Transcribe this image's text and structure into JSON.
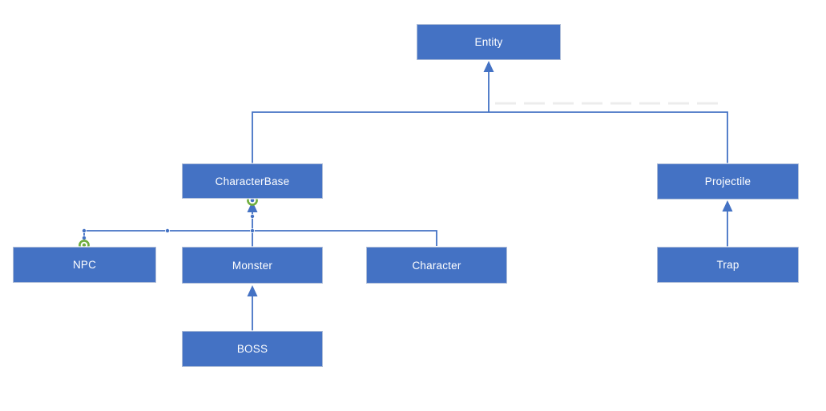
{
  "diagram": {
    "type": "class-inheritance-flowchart",
    "nodes": [
      {
        "id": "entity",
        "label": "Entity"
      },
      {
        "id": "characterbase",
        "label": "CharacterBase"
      },
      {
        "id": "projectile",
        "label": "Projectile"
      },
      {
        "id": "npc",
        "label": "NPC"
      },
      {
        "id": "monster",
        "label": "Monster"
      },
      {
        "id": "character",
        "label": "Character"
      },
      {
        "id": "boss",
        "label": "BOSS"
      },
      {
        "id": "trap",
        "label": "Trap"
      }
    ],
    "edges": [
      {
        "from": "CharacterBase",
        "to": "Entity",
        "style": "arrow-up"
      },
      {
        "from": "Projectile",
        "to": "Entity",
        "style": "arrow-up"
      },
      {
        "from": "NPC",
        "to": "CharacterBase",
        "style": "arrow-up",
        "selected": true
      },
      {
        "from": "Monster",
        "to": "CharacterBase",
        "style": "arrow-up"
      },
      {
        "from": "Character",
        "to": "CharacterBase",
        "style": "arrow-up"
      },
      {
        "from": "BOSS",
        "to": "Monster",
        "style": "arrow-up"
      },
      {
        "from": "Trap",
        "to": "Projectile",
        "style": "arrow-up"
      }
    ],
    "colors": {
      "canvas_bg": "#ffffff",
      "node_fill": "#4472c4",
      "node_border": "#aebdd8",
      "node_text": "#ffffff",
      "connector": "#4472c4",
      "selection_endpoint_ring": "#6fae3d",
      "selection_handle": "#4472c4"
    }
  }
}
